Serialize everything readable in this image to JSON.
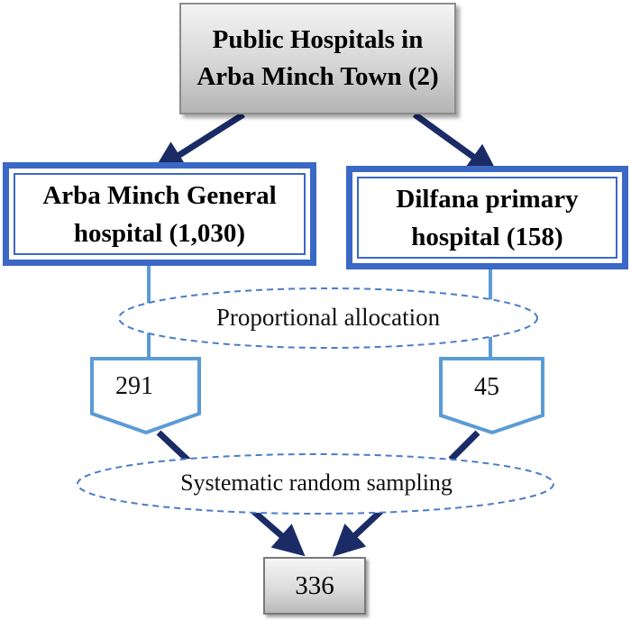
{
  "top_box": {
    "line1": "Public Hospitals in",
    "line2": "Arba Minch Town (2)"
  },
  "left_hospital": {
    "line1": "Arba Minch General",
    "line2": "hospital (1,030)"
  },
  "right_hospital": {
    "line1": "Dilfana primary",
    "line2": "hospital (158)"
  },
  "allocation_label": "Proportional allocation",
  "left_sample": "291",
  "right_sample": "45",
  "sampling_label": "Systematic random sampling",
  "total_sample": "336",
  "colors": {
    "dark_arrow": "#1a2b66",
    "box_border": "#3b68c4",
    "light_line": "#5b9bd5",
    "dashed_ellipse": "#4a7cc9"
  }
}
